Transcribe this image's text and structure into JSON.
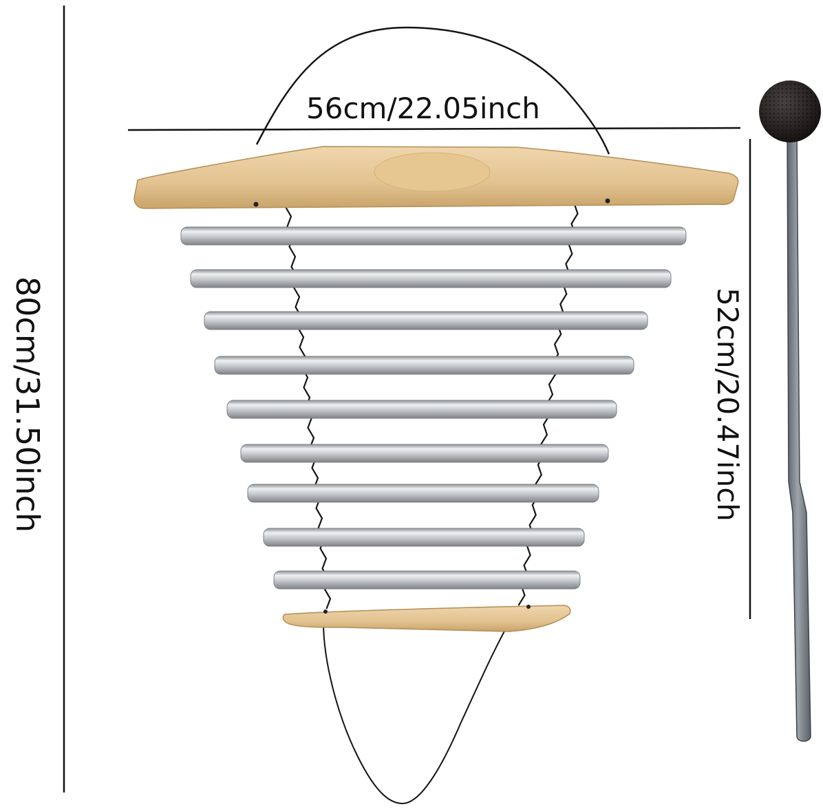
{
  "dimensions": {
    "width_label": "56cm/22.05inch",
    "total_height_label": "80cm/31.50inch",
    "chime_height_label": "52cm/20.47inch"
  },
  "product": {
    "tube_count": 9,
    "colors": {
      "wood": "#e6c79a",
      "wood_dark": "#c9a46a",
      "tube": "#c9ccd0",
      "mallet_head": "#1e1a1a",
      "mallet_handle": "#7d858e",
      "string": "#141414"
    },
    "icons": [
      "chime-frame",
      "mallet"
    ]
  }
}
